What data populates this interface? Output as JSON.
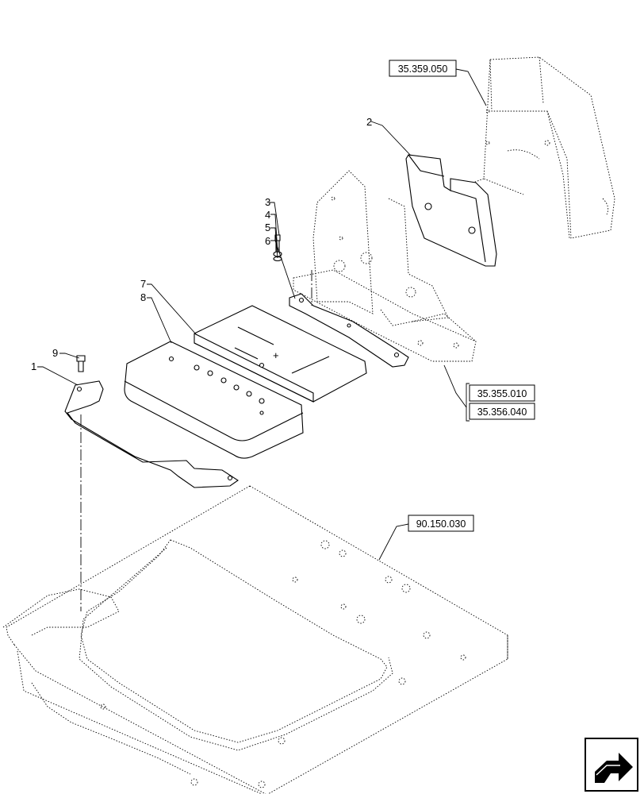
{
  "callouts": [
    {
      "id": "2",
      "label": "2"
    },
    {
      "id": "3",
      "label": "3"
    },
    {
      "id": "4",
      "label": "4"
    },
    {
      "id": "5",
      "label": "5"
    },
    {
      "id": "6",
      "label": "6"
    },
    {
      "id": "7",
      "label": "7"
    },
    {
      "id": "8",
      "label": "8"
    },
    {
      "id": "9",
      "label": "9"
    },
    {
      "id": "1",
      "label": "1"
    }
  ],
  "references": [
    {
      "label": "35.359.050"
    },
    {
      "label": "35.355.010"
    },
    {
      "label": "35.356.040"
    },
    {
      "label": "90.150.030"
    }
  ],
  "nav_icon": {
    "name": "next-page-arrow-icon"
  }
}
